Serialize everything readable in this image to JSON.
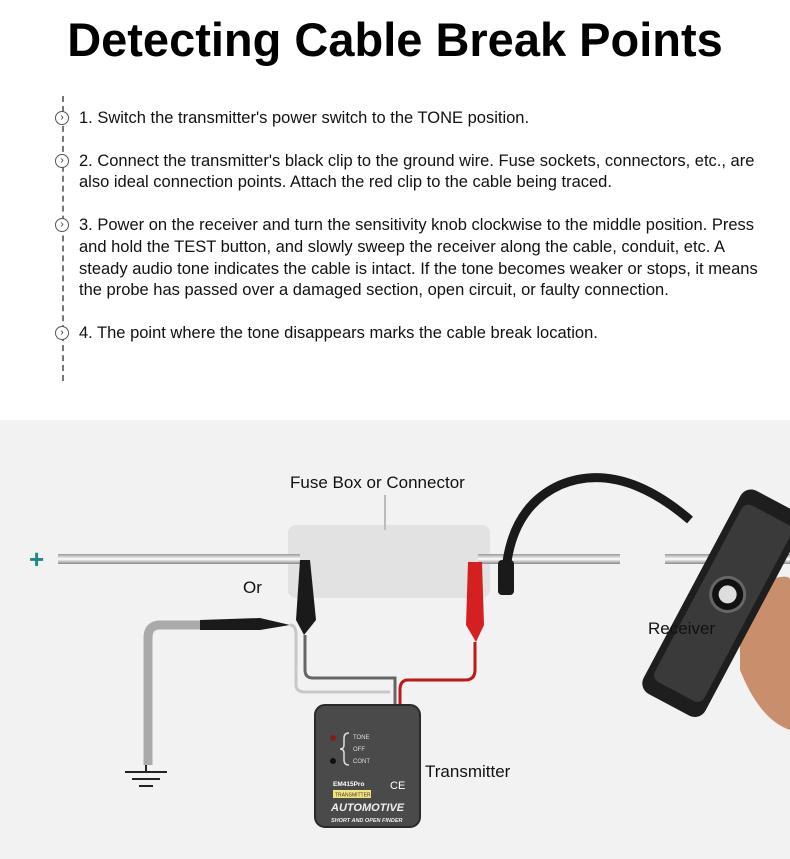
{
  "title": "Detecting Cable Break Points",
  "steps": [
    {
      "text": "1. Switch the transmitter's power switch to the TONE position."
    },
    {
      "text": "2. Connect the transmitter's black clip to the ground wire. Fuse sockets, connectors, etc., are also ideal connection points. Attach the red clip to the cable being traced."
    },
    {
      "text": "3. Power on the receiver and turn the sensitivity knob clockwise to the middle position. Press and hold the TEST button, and slowly sweep the receiver along the cable, conduit, etc. A steady audio tone indicates the cable is intact. If the tone becomes weaker or stops, it means the probe has passed over a damaged section, open circuit, or faulty connection."
    },
    {
      "text": "4. The point where the tone disappears marks the cable break location."
    }
  ],
  "diagram": {
    "fuse_box_label": "Fuse Box or Connector",
    "plus_symbol": "+",
    "or_label": "Or",
    "receiver_label": "Receiver",
    "transmitter_label": "Transmitter",
    "device": {
      "switch_positions": [
        "TONE",
        "OFF",
        "CONT"
      ],
      "model": "EM415Pro",
      "badge": "TRANSMITTER",
      "ce": "CE",
      "brand": "AUTOMOTIVE",
      "subtitle": "SHORT AND OPEN FINDER"
    },
    "colors": {
      "plus": "#1a8a8a",
      "red_clip": "#d42020",
      "black_clip": "#1a1a1a",
      "badge": "#f5e47a"
    }
  }
}
